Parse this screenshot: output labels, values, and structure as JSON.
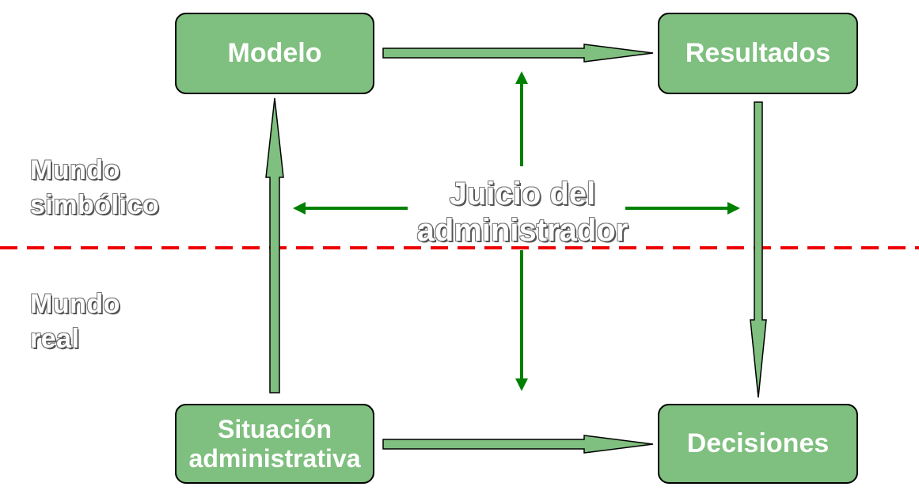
{
  "boxes": {
    "modelo": "Modelo",
    "resultados": "Resultados",
    "situacion": [
      "Situación",
      "administrativa"
    ],
    "decisiones": "Decisiones"
  },
  "center_label": [
    "Juicio del",
    "administrador"
  ],
  "regions": {
    "symbolic": [
      "Mundo",
      "simbólico"
    ],
    "real": [
      "Mundo",
      "real"
    ]
  },
  "colors": {
    "box_fill": "#7fbf7f",
    "box_border": "#000000",
    "green_arrow": "#008000",
    "divider": "#ee0000"
  }
}
